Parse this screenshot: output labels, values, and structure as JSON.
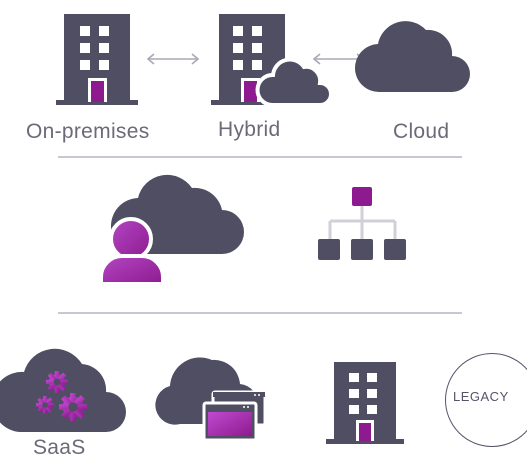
{
  "labels": {
    "on_premises": "On-premises",
    "hybrid": "Hybrid",
    "cloud": "Cloud",
    "saas": "SaaS",
    "legacy": "LEGACY"
  },
  "colors": {
    "dark": "#4f4e63",
    "accent": "#8e1a8f",
    "accent_light": "#b347c4",
    "line": "#c8c8d0",
    "arrow": "#a9a9b4",
    "connector": "#d0d0d8"
  },
  "icons": [
    "building-icon",
    "bidirectional-arrow-icon",
    "building-cloud-icon",
    "cloud-icon",
    "cloud-user-icon",
    "org-chart-icon",
    "cloud-gears-icon",
    "cloud-windows-icon",
    "building-icon",
    "legacy-badge"
  ]
}
